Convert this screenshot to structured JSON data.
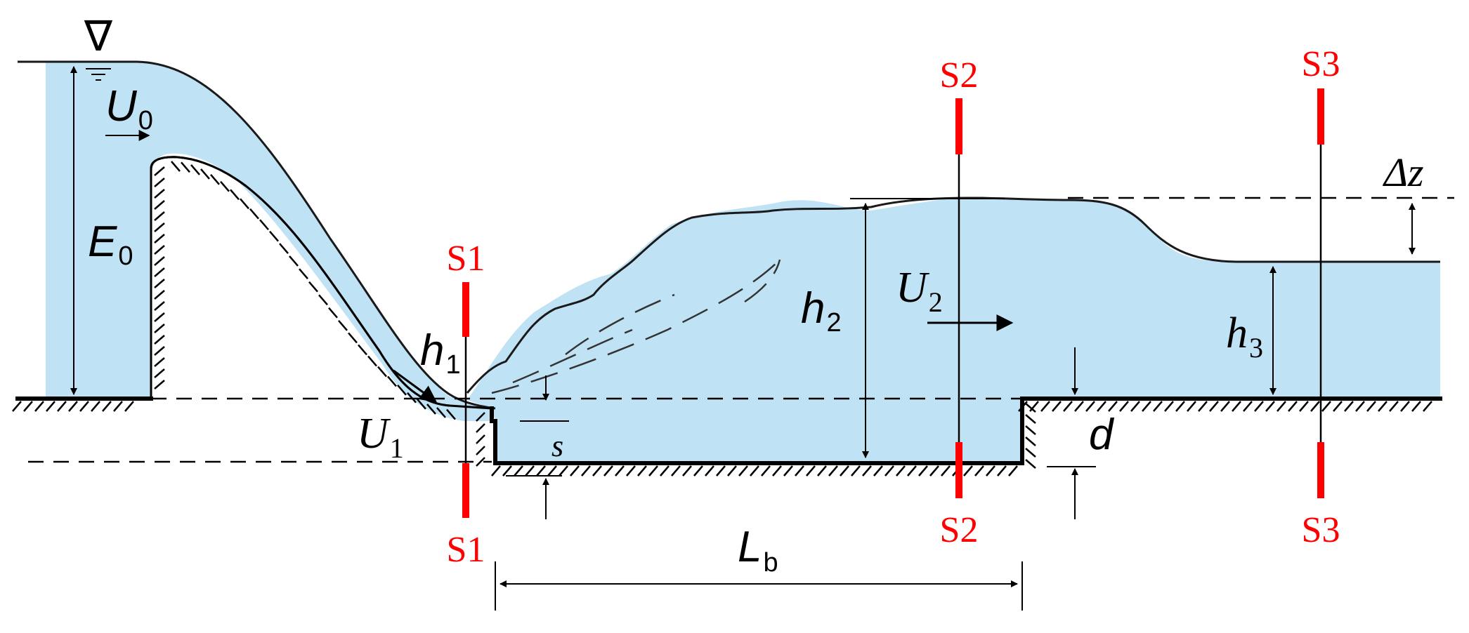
{
  "sections": {
    "s1_top": "S1",
    "s1_bottom": "S1",
    "s2_top": "S2",
    "s2_bottom": "S2",
    "s3_top": "S3",
    "s3_bottom": "S3"
  },
  "symbols": {
    "water_level": "∇",
    "u0_main": "U",
    "u0_sub": "0",
    "e0_main": "E",
    "e0_sub": "0",
    "h1_main": "h",
    "h1_sub": "1",
    "u1_main": "U",
    "u1_sub": "1",
    "s": "s",
    "h2_main": "h",
    "h2_sub": "2",
    "u2_main": "U",
    "u2_sub": "2",
    "lb_main": "L",
    "lb_sub": "b",
    "d": "d",
    "h3_main": "h",
    "h3_sub": "3",
    "dz": "Δz"
  },
  "colors": {
    "water": "#bfe2f5",
    "section_marker": "#ff0000",
    "line": "#000000"
  }
}
